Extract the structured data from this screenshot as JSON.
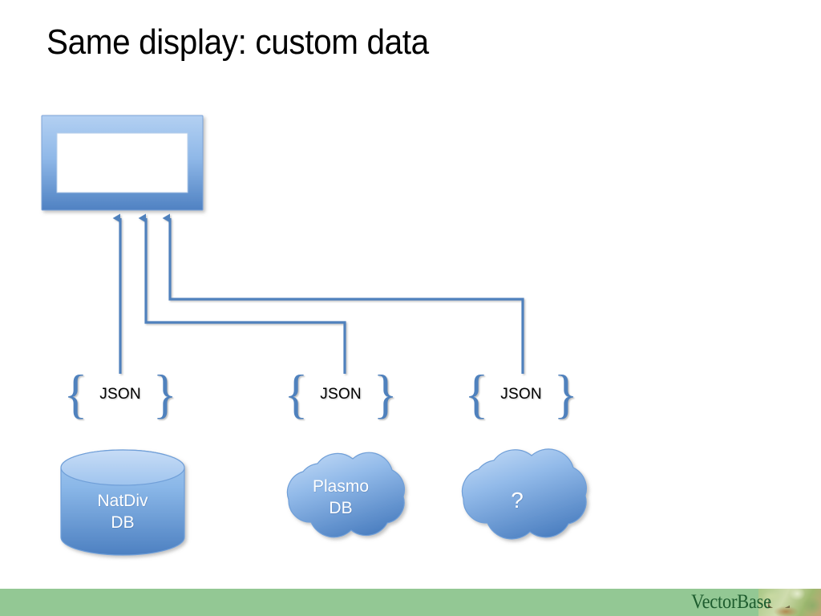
{
  "slide": {
    "title": "Same display: custom data",
    "background_color": "#ffffff"
  },
  "colors": {
    "shape_fill_light": "#a8c8ee",
    "shape_fill_dark": "#4e81c0",
    "connector_line": "#4f81bd",
    "brace_color": "#4f81bd",
    "footer_green": "#93c894",
    "logo_text_color": "#1d5c2e",
    "shape_text_color": "#ffffff"
  },
  "display": {
    "name": "display-frame",
    "screen_content": ""
  },
  "arrows": [
    {
      "name": "arrow-to-display-left"
    },
    {
      "name": "arrow-to-display-middle"
    },
    {
      "name": "arrow-to-display-right"
    }
  ],
  "json_nodes": [
    {
      "name": "json-node-natdiv",
      "open_brace": "{",
      "label": "JSON",
      "close_brace": "}"
    },
    {
      "name": "json-node-plasmo",
      "open_brace": "{",
      "label": "JSON",
      "close_brace": "}"
    },
    {
      "name": "json-node-unknown",
      "open_brace": "{",
      "label": "JSON",
      "close_brace": "}"
    }
  ],
  "sources": [
    {
      "name": "source-natdiv-db",
      "shape": "cylinder",
      "label": "NatDiv\nDB"
    },
    {
      "name": "source-plasmo-db",
      "shape": "cloud",
      "label": "Plasmo\nDB"
    },
    {
      "name": "source-unknown-db",
      "shape": "cloud",
      "label": "?"
    }
  ],
  "footer": {
    "logo_text": "VectorBase",
    "logo_image_alt": "vectorbase-photo"
  }
}
